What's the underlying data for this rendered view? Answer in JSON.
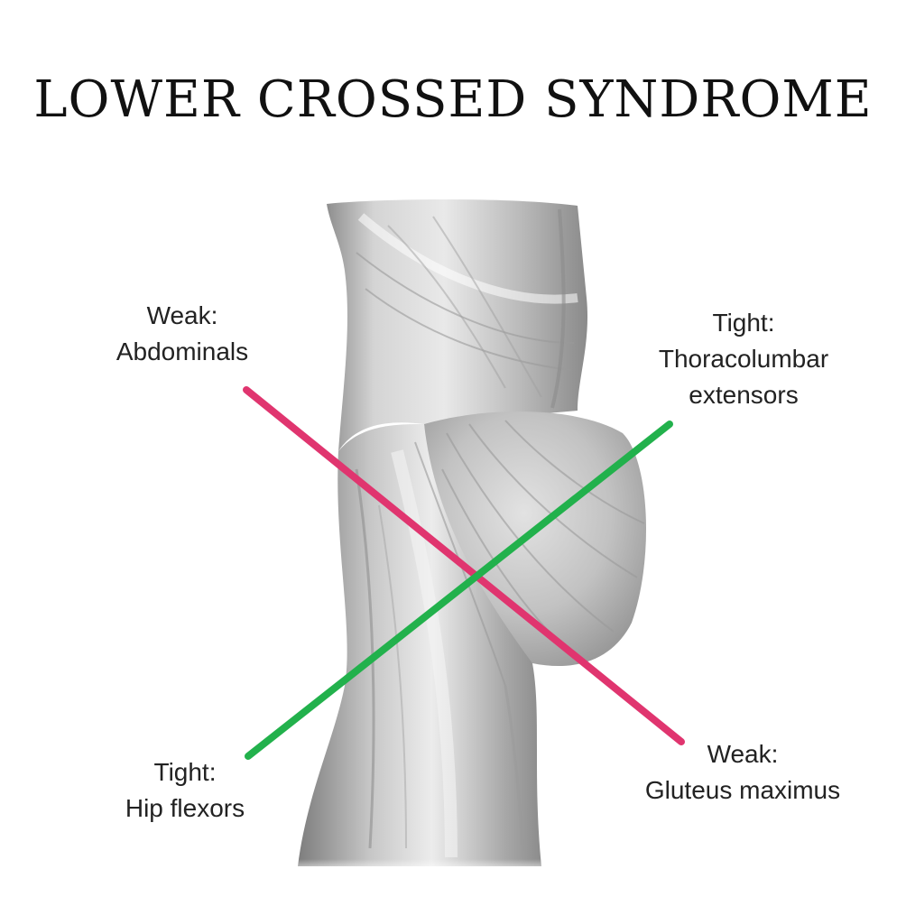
{
  "title": "LOWER CROSSED SYNDROME",
  "labels": {
    "top_left": {
      "status": "Weak:",
      "muscle": "Abdominals"
    },
    "top_right": {
      "status": "Tight:",
      "muscle_line1": "Thoracolumbar",
      "muscle_line2": "extensors"
    },
    "bottom_left": {
      "status": "Tight:",
      "muscle": "Hip flexors"
    },
    "bottom_right": {
      "status": "Weak:",
      "muscle": "Gluteus maximus"
    }
  },
  "colors": {
    "weak_line": "#e0356f",
    "tight_line": "#22b14c"
  }
}
